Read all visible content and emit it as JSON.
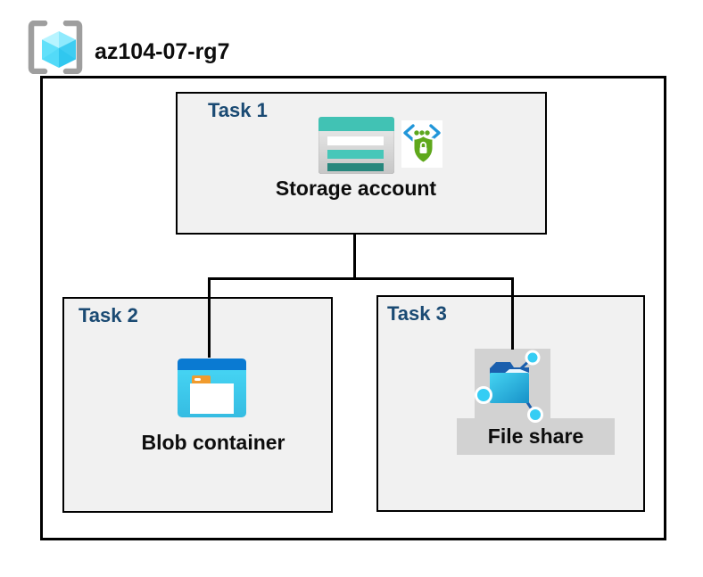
{
  "resource_group": {
    "name": "az104-07-rg7",
    "icon": "resource-group-icon"
  },
  "tasks": [
    {
      "label": "Task 1",
      "resource": "Storage account",
      "icons": [
        "storage-account-icon",
        "secure-access-icon"
      ]
    },
    {
      "label": "Task 2",
      "resource": "Blob container",
      "icons": [
        "blob-container-icon"
      ]
    },
    {
      "label": "Task 3",
      "resource": "File share",
      "icons": [
        "file-share-icon"
      ]
    }
  ],
  "connections": [
    {
      "from": "Storage account",
      "to": "Blob container"
    },
    {
      "from": "Storage account",
      "to": "File share"
    }
  ],
  "colors": {
    "task_label": "#1a4a73",
    "box_fill": "#f1f1f1",
    "border": "#000000",
    "storage_teal": "#41c2b4",
    "storage_teal_dark": "#27877d",
    "blob_header_blue": "#0a7ad2",
    "blob_body_cyan": "#3fd2f2",
    "folder_orange": "#f09b2e",
    "fileshare_flap_blue": "#1b5fad",
    "fileshare_body_cyan": "#2cc3ea",
    "shield_green": "#5fa81c",
    "chevron_blue": "#2196d9",
    "cube_cyan": "#53daf8",
    "bracket_gray": "#9e9e9e",
    "gray_panel": "#d2d2d2"
  }
}
